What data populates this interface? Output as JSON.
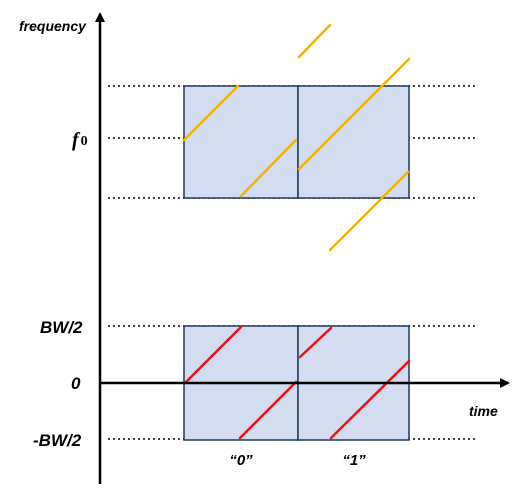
{
  "axes": {
    "y_label": "frequency",
    "x_label": "time"
  },
  "levels": {
    "f0": {
      "base": "f",
      "sub": "0"
    },
    "bw_pos": "BW/2",
    "zero": "0",
    "bw_neg": "-BW/2"
  },
  "symbols": {
    "sym0": "“0”",
    "sym1": "“1”"
  },
  "colors": {
    "box_fill": "#d3dcf0",
    "box_stroke": "#1f3a5c",
    "passband_chirp": "#f0b400",
    "baseband_chirp": "#ee1111",
    "axis": "#000000"
  }
}
